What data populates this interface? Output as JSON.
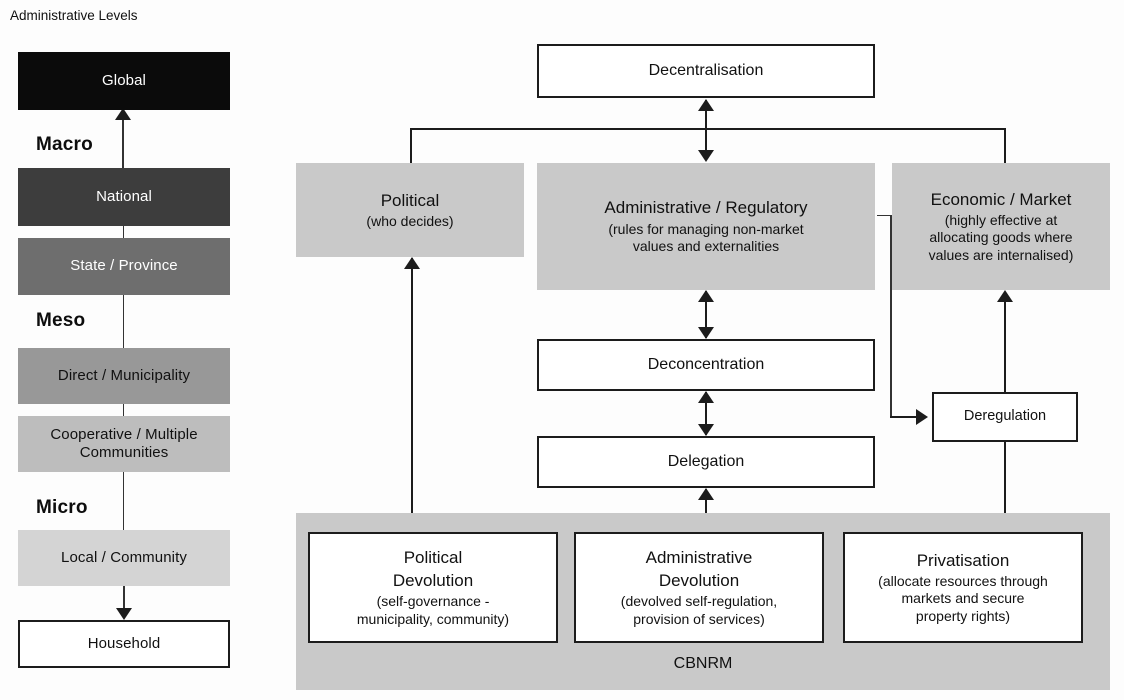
{
  "diagram": {
    "left_column": {
      "heading": "Administrative Levels",
      "levels": [
        {
          "label": "Global",
          "shade": "#0b0b0b",
          "text_tone": "dark"
        },
        {
          "label": "National",
          "shade": "#3d3d3d",
          "text_tone": "dark"
        },
        {
          "label": "State / Province",
          "shade": "#6e6e6e",
          "text_tone": "dark"
        },
        {
          "label": "Direct / Municipality",
          "shade": "#989898",
          "text_tone": "light"
        },
        {
          "label": "Cooperative / Multiple Communities",
          "shade": "#bdbdbd",
          "text_tone": "light"
        },
        {
          "label": "Local / Community",
          "shade": "#d4d4d4",
          "text_tone": "light"
        },
        {
          "label": "Household",
          "shade": "#ffffff",
          "text_tone": "light"
        }
      ],
      "group_labels": [
        "Macro",
        "Meso",
        "Micro"
      ]
    },
    "top_box": {
      "label": "Decentralisation"
    },
    "pillars": [
      {
        "title": "Political",
        "note": "(who decides)"
      },
      {
        "title": "Administrative / Regulatory",
        "note_line_1": "(rules for managing non-market",
        "note_line_2": "values and externalities"
      },
      {
        "title": "Economic / Market",
        "note_line_1": "(highly effective at",
        "note_line_2": "allocating goods where",
        "note_line_3": "values are internalised)"
      }
    ],
    "middle_boxes": [
      {
        "label": "Deconcentration"
      },
      {
        "label": "Delegation"
      },
      {
        "label": "Deregulation"
      }
    ],
    "outcomes": [
      {
        "title_line_1": "Political",
        "title_line_2": "Devolution",
        "note_line_1": "(self-governance -",
        "note_line_2": "municipality, community)"
      },
      {
        "title_line_1": "Administrative",
        "title_line_2": "Devolution",
        "note_line_1": "(devolved self-regulation,",
        "note_line_2": "provision of services)"
      },
      {
        "title_line_1": "Privatisation",
        "title_line_2": "",
        "note_line_1": "(allocate resources through",
        "note_line_2": "markets and secure",
        "note_line_3": "property rights)"
      }
    ],
    "footer_label": "CBNRM",
    "colors": {
      "panel_grey": "#c9c9c9",
      "stroke": "#1c1c1c",
      "page_background": "#fdfdfd"
    }
  }
}
